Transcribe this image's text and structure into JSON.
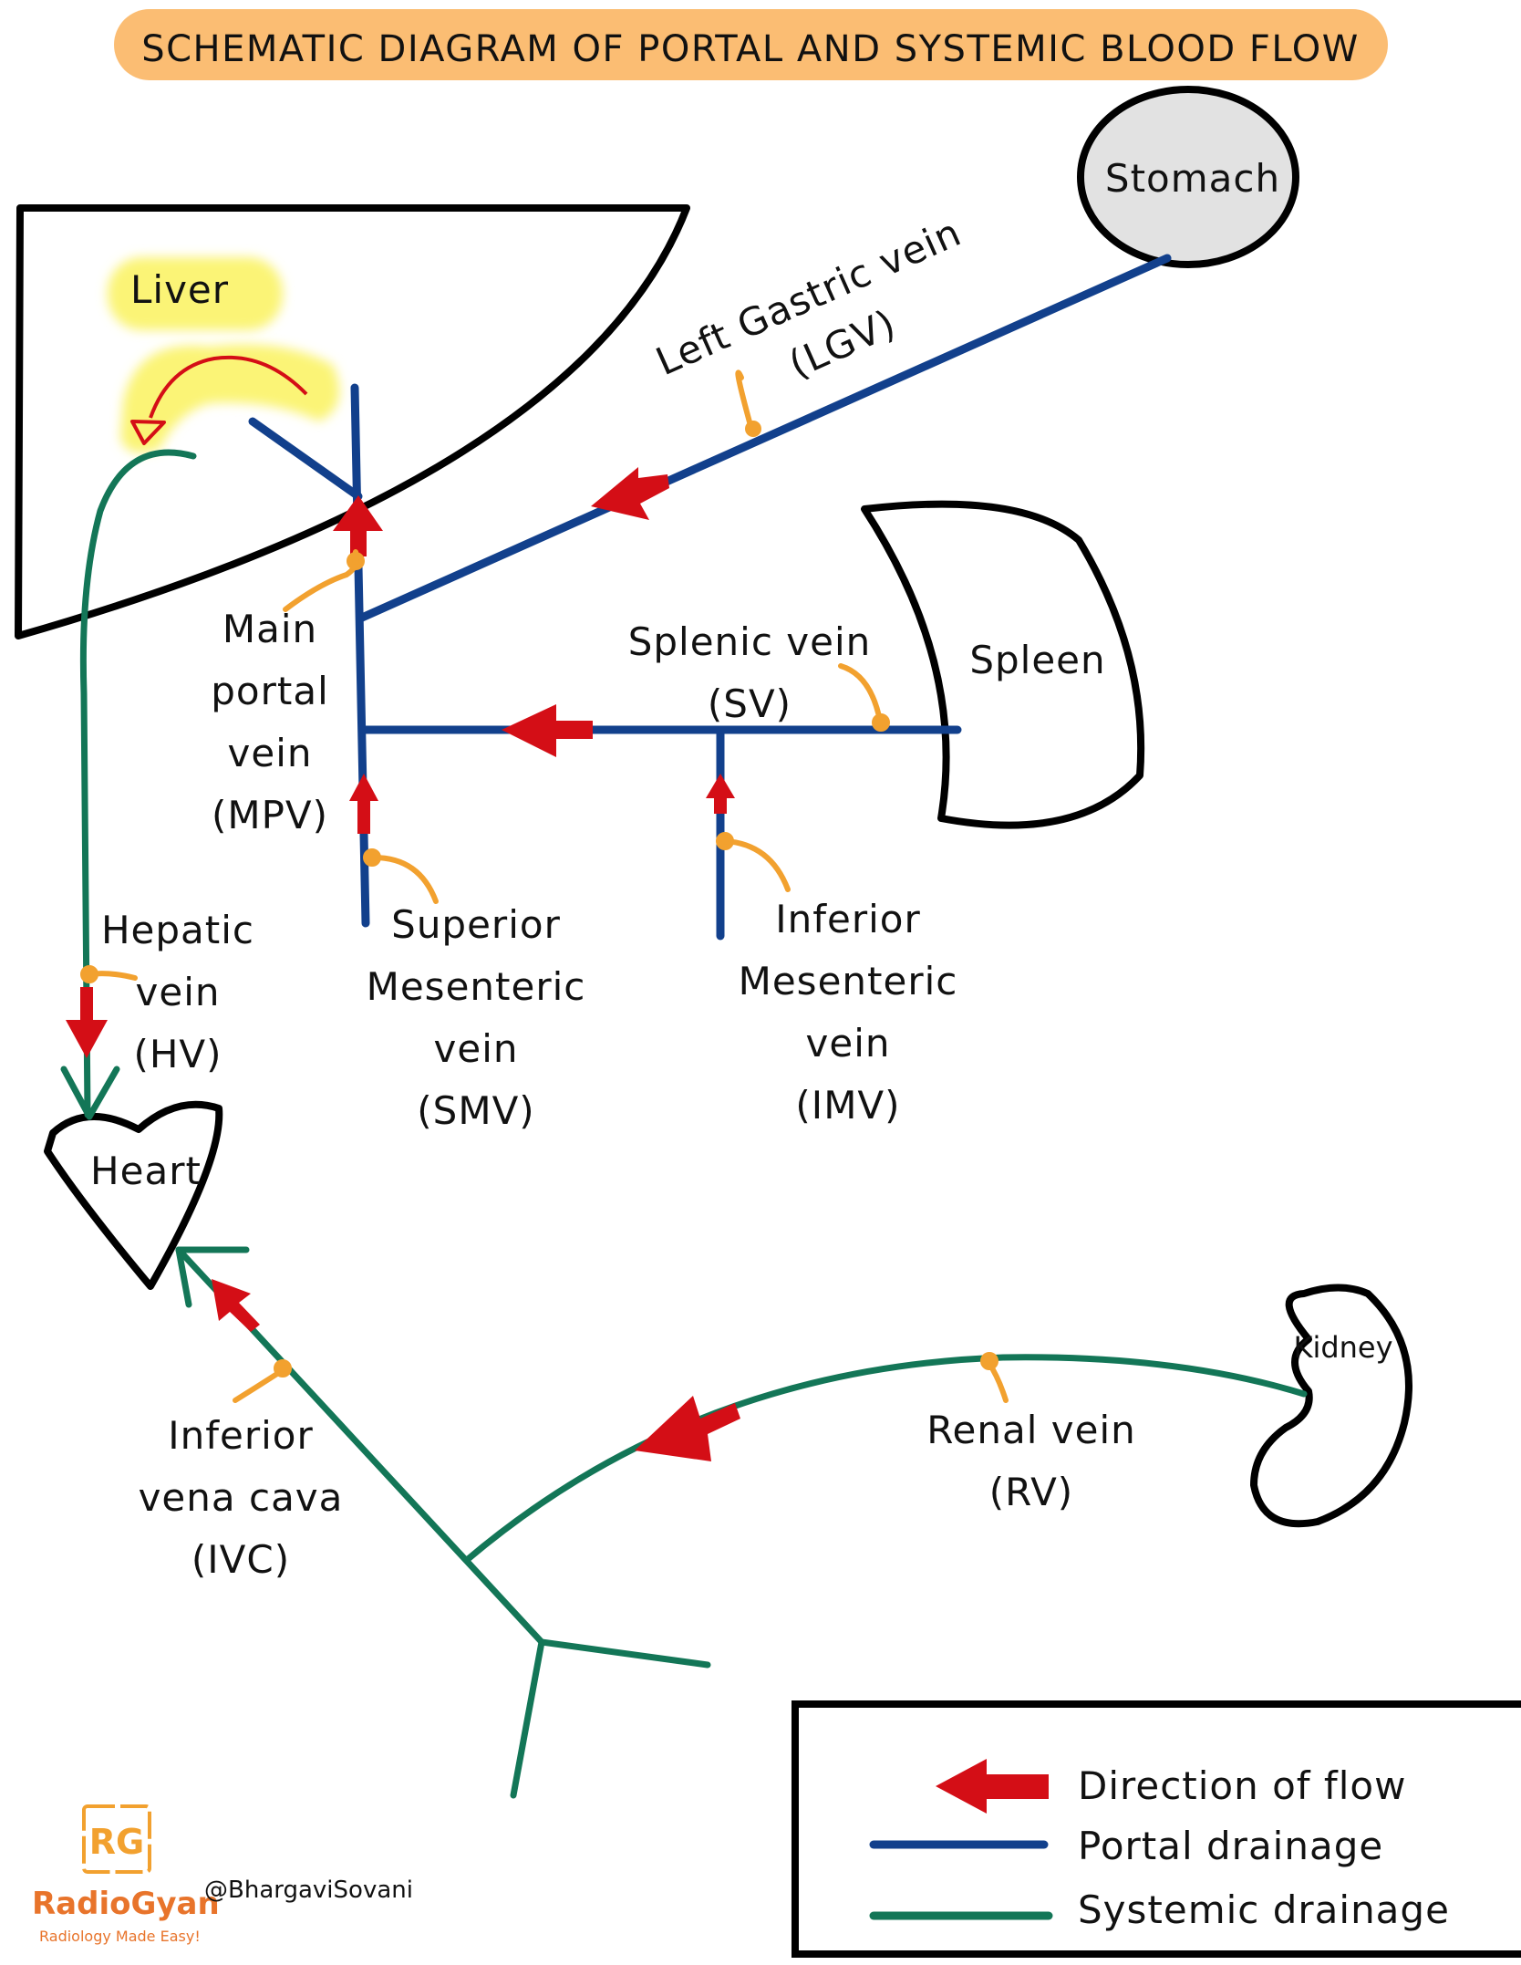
{
  "title": "SCHEMATIC DIAGRAM OF PORTAL AND SYSTEMIC BLOOD FLOW",
  "colors": {
    "portal": "#12408c",
    "systemic": "#137657",
    "arrow": "#d40e16",
    "pointer": "#f2a12f",
    "title_bg": "#fbbd73",
    "highlight": "#fbf476",
    "stomach_fill": "#e2e2e2",
    "outline": "#000000"
  },
  "organs": {
    "liver": "Liver",
    "stomach": "Stomach",
    "spleen": "Spleen",
    "heart": "Heart",
    "kidney": "Kidney"
  },
  "vessels": {
    "lgv": {
      "line1": "Left Gastric vein",
      "line2": "(LGV)"
    },
    "sv": {
      "line1": "Splenic vein",
      "line2": "(SV)"
    },
    "mpv": {
      "line1": "Main",
      "line2": "portal",
      "line3": "vein",
      "line4": "(MPV)"
    },
    "smv": {
      "line1": "Superior",
      "line2": "Mesenteric",
      "line3": "vein",
      "line4": "(SMV)"
    },
    "imv": {
      "line1": "Inferior",
      "line2": "Mesenteric",
      "line3": "vein",
      "line4": "(IMV)"
    },
    "hv": {
      "line1": "Hepatic",
      "line2": "vein",
      "line3": "(HV)"
    },
    "ivc": {
      "line1": "Inferior",
      "line2": "vena cava",
      "line3": "(IVC)"
    },
    "rv": {
      "line1": "Renal vein",
      "line2": "(RV)"
    }
  },
  "legend": {
    "flow": "Direction of flow",
    "portal": "Portal drainage",
    "systemic": "Systemic drainage"
  },
  "logo": {
    "mark": "RG",
    "name": "RadioGyan",
    "tagline": "Radiology Made Easy!"
  },
  "credit": "@BhargaviSovani"
}
